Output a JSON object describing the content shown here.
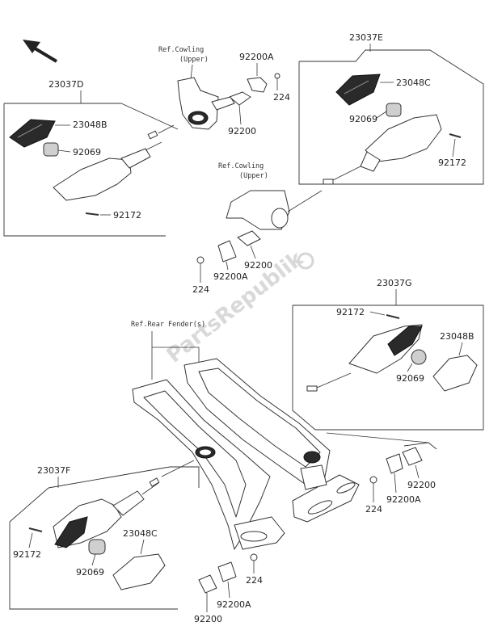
{
  "labels": {
    "a_23037D": "23037D",
    "a_23048B": "23048B",
    "a_92069": "92069",
    "a_92172": "92172",
    "b_ref1": "Ref.Cowling",
    "b_ref2": "(Upper)",
    "b_92200A": "92200A",
    "b_224": "224",
    "b_92200": "92200",
    "c_23037E": "23037E",
    "c_23048C": "23048C",
    "c_92069": "92069",
    "c_92172": "92172",
    "d_ref1": "Ref.Cowling",
    "d_ref2": "(Upper)",
    "d_92200": "92200",
    "d_224": "224",
    "d_92200A": "92200A",
    "e_23037G": "23037G",
    "e_92172": "92172",
    "e_23048B": "23048B",
    "e_92069": "92069",
    "f_ref": "Ref.Rear Fender(s)",
    "g_92200": "92200",
    "g_224": "224",
    "g_92200A": "92200A",
    "h_23037F": "23037F",
    "h_92172": "92172",
    "h_23048C": "23048C",
    "h_92069": "92069",
    "i_224": "224",
    "i_92200": "92200",
    "i_92200A": "92200A"
  },
  "watermark": "PartsRepublik",
  "icons": [
    "direction-arrow-icon"
  ]
}
